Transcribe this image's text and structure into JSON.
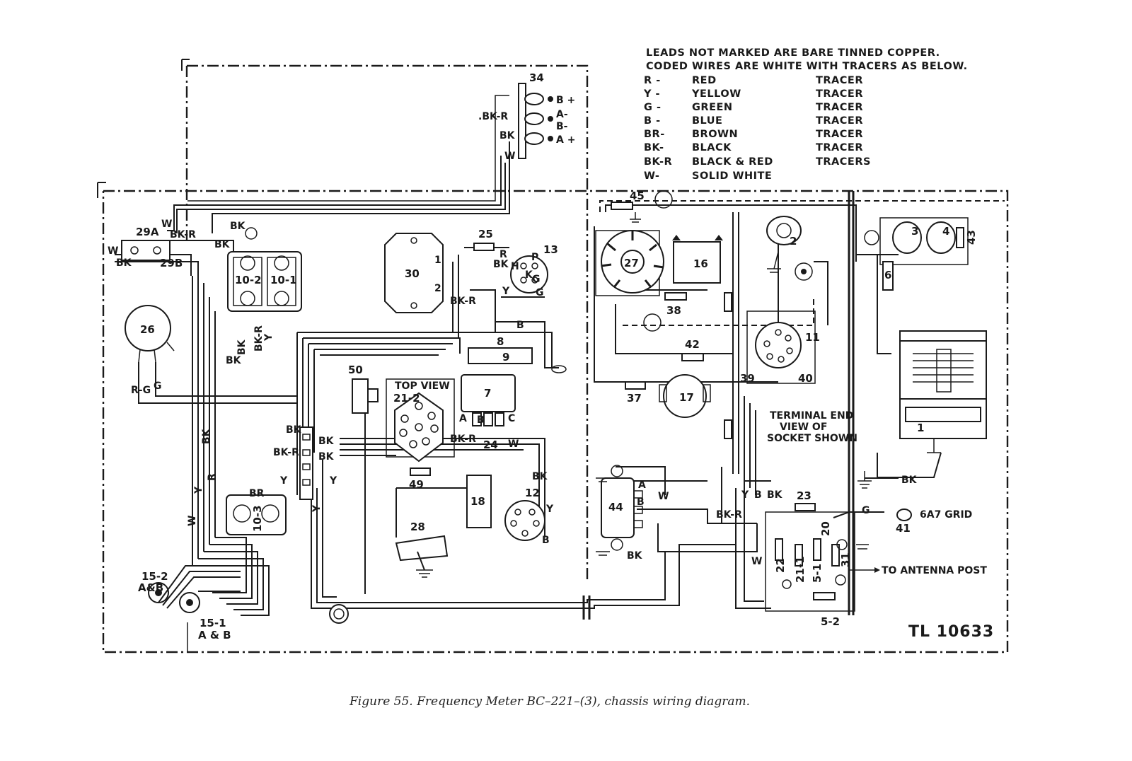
{
  "legend": {
    "line1": "LEADS  NOT  MARKED  ARE  BARE  TINNED  COPPER.",
    "line2": "CODED  WIRES  ARE  WHITE  WITH  TRACERS  AS  BELOW.",
    "rows": [
      {
        "code": "R -",
        "color": "RED",
        "note": "TRACER"
      },
      {
        "code": "Y -",
        "color": "YELLOW",
        "note": "TRACER"
      },
      {
        "code": "G -",
        "color": "GREEN",
        "note": "TRACER"
      },
      {
        "code": "B -",
        "color": "BLUE",
        "note": "TRACER"
      },
      {
        "code": "BR-",
        "color": "BROWN",
        "note": "TRACER"
      },
      {
        "code": "BK-",
        "color": "BLACK",
        "note": "TRACER"
      },
      {
        "code": "BK-R",
        "color": "BLACK & RED",
        "note": "TRACERS"
      },
      {
        "code": "W-",
        "color": "SOLID WHITE",
        "note": ""
      }
    ]
  },
  "components": {
    "c1": "1",
    "c2": "2",
    "c3": "3",
    "c4": "4",
    "c6": "6",
    "c7": "7",
    "c8": "8",
    "c9": "9",
    "c10_1": "10-1",
    "c10_2": "10-2",
    "c10_3": "10-3",
    "c11": "11",
    "c12": "12",
    "c13": "13",
    "c15_1": "15-1",
    "c15_1b": "A & B",
    "c15_2": "15-2",
    "c15_2b": "A&B",
    "c16": "16",
    "c17": "17",
    "c18": "18",
    "c20": "20",
    "c21_1": "21-1",
    "c21_2": "21-2",
    "c22": "22",
    "c23": "23",
    "c24": "24",
    "c25": "25",
    "c26": "26",
    "c27": "27",
    "c28": "28",
    "c29a": "29A",
    "c29b": "29B",
    "c30": "30",
    "c31": "31",
    "c34": "34",
    "c37": "37",
    "c38": "38",
    "c39": "39",
    "c40": "40",
    "c41": "41",
    "c42": "42",
    "c43": "43",
    "c44": "44",
    "c45": "45",
    "c49": "49",
    "c50": "50",
    "c5_1": "5-1",
    "c5_2": "5-2"
  },
  "terminals": {
    "b_plus": "B +",
    "a_minus": "A-",
    "b_minus": "B-",
    "a_plus": "A +",
    "p": "P",
    "h": "H",
    "k": "K",
    "g": "G",
    "a": "A",
    "b": "B",
    "c": "C",
    "t30_1": "1",
    "t30_2": "2"
  },
  "wire_labels": {
    "bk": "BK",
    "bkr": "BK-R",
    "w": "W",
    "y": "Y",
    "r": "R",
    "g": "G",
    "b": "B",
    "br": "BR",
    "rg": "R-G",
    "bk_r_top": ".BK-R"
  },
  "notes": {
    "top_view": "TOP VIEW",
    "terminal_end_1": "TERMINAL END",
    "terminal_end_2": "VIEW OF",
    "terminal_end_3": "SOCKET SHOWN",
    "grid": "6A7 GRID",
    "antenna": "TO ANTENNA POST",
    "tl": "TL 10633"
  },
  "caption": "Figure 55.   Frequency Meter BC–221–(3), chassis wiring diagram."
}
